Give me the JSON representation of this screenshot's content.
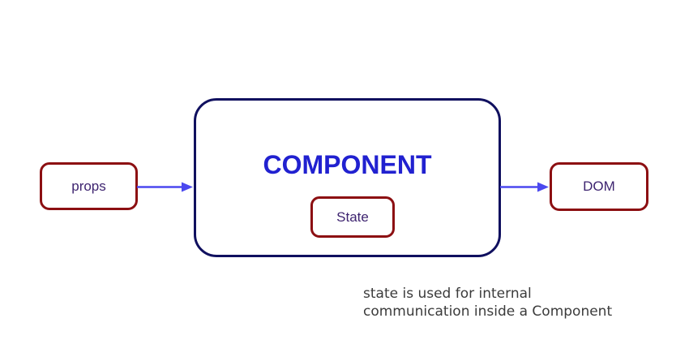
{
  "diagram": {
    "nodes": {
      "props": {
        "label": "props"
      },
      "component": {
        "title": "COMPONENT"
      },
      "state": {
        "label": "State"
      },
      "dom": {
        "label": "DOM"
      }
    },
    "arrows": [
      {
        "name": "props-to-component",
        "direction": "right"
      },
      {
        "name": "component-to-dom",
        "direction": "right"
      }
    ],
    "caption": {
      "line1": "state is used for internal",
      "line2": "communication inside a Component"
    }
  },
  "colors": {
    "background": "#ffffff",
    "node_border_red": "#8c0f12",
    "component_border_navy": "#10105f",
    "component_title_blue": "#2121d0",
    "node_label_purple": "#3e2470",
    "arrow_blue": "#4b48ef",
    "caption_gray": "#3b3b3b"
  }
}
